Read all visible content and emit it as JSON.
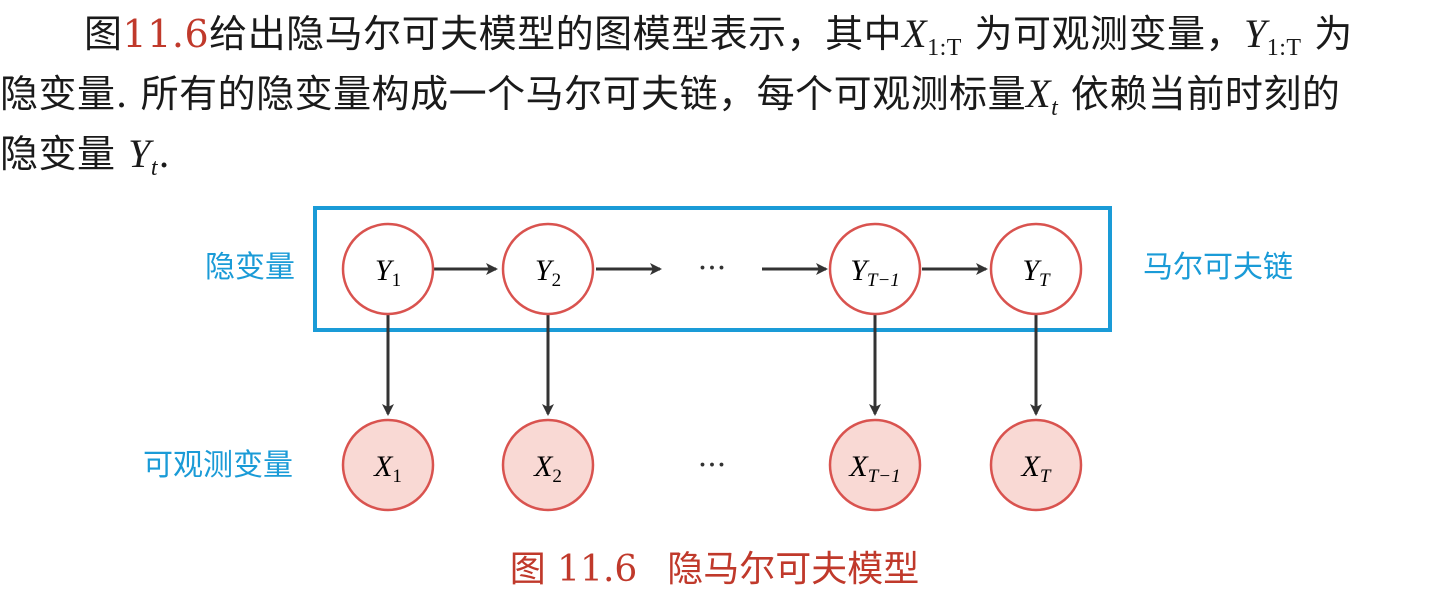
{
  "paragraph": {
    "line1_prefix": "图",
    "figure_ref": "11.6",
    "line1_text_a": "给出隐马尔可夫模型的图模型表示，其中",
    "var_x_obs": "X",
    "sub_range": "1:T",
    "line1_text_b": "为可观测变量，",
    "var_y_hidden": "Y",
    "line1_text_c": "为",
    "line2_text_a": "隐变量. 所有的隐变量构成一个马尔可夫链，每个可观测标量",
    "var_x_t": "X",
    "sub_t": "t",
    "line2_text_b": "依赖当前时刻的",
    "line3_text_a": "隐变量",
    "var_y_t": "Y",
    "line3_end": "."
  },
  "figure": {
    "hidden_label": "隐变量",
    "observed_label": "可观测变量",
    "chain_label": "马尔可夫链",
    "ellipsis": "···",
    "hidden_nodes": [
      {
        "symbol": "Y",
        "sub": "1"
      },
      {
        "symbol": "Y",
        "sub": "2"
      },
      {
        "symbol": "Y",
        "sub": "T−1"
      },
      {
        "symbol": "Y",
        "sub": "T"
      }
    ],
    "observed_nodes": [
      {
        "symbol": "X",
        "sub": "1"
      },
      {
        "symbol": "X",
        "sub": "2"
      },
      {
        "symbol": "X",
        "sub": "T−1"
      },
      {
        "symbol": "X",
        "sub": "T"
      }
    ],
    "colors": {
      "label_blue": "#1a9bd7",
      "box_blue": "#1a9bd7",
      "node_stroke": "#d9534f",
      "observed_fill": "#f9d9d4",
      "arrow": "#333333"
    }
  },
  "caption": {
    "number": "图 11.6",
    "title": "隐马尔可夫模型"
  }
}
